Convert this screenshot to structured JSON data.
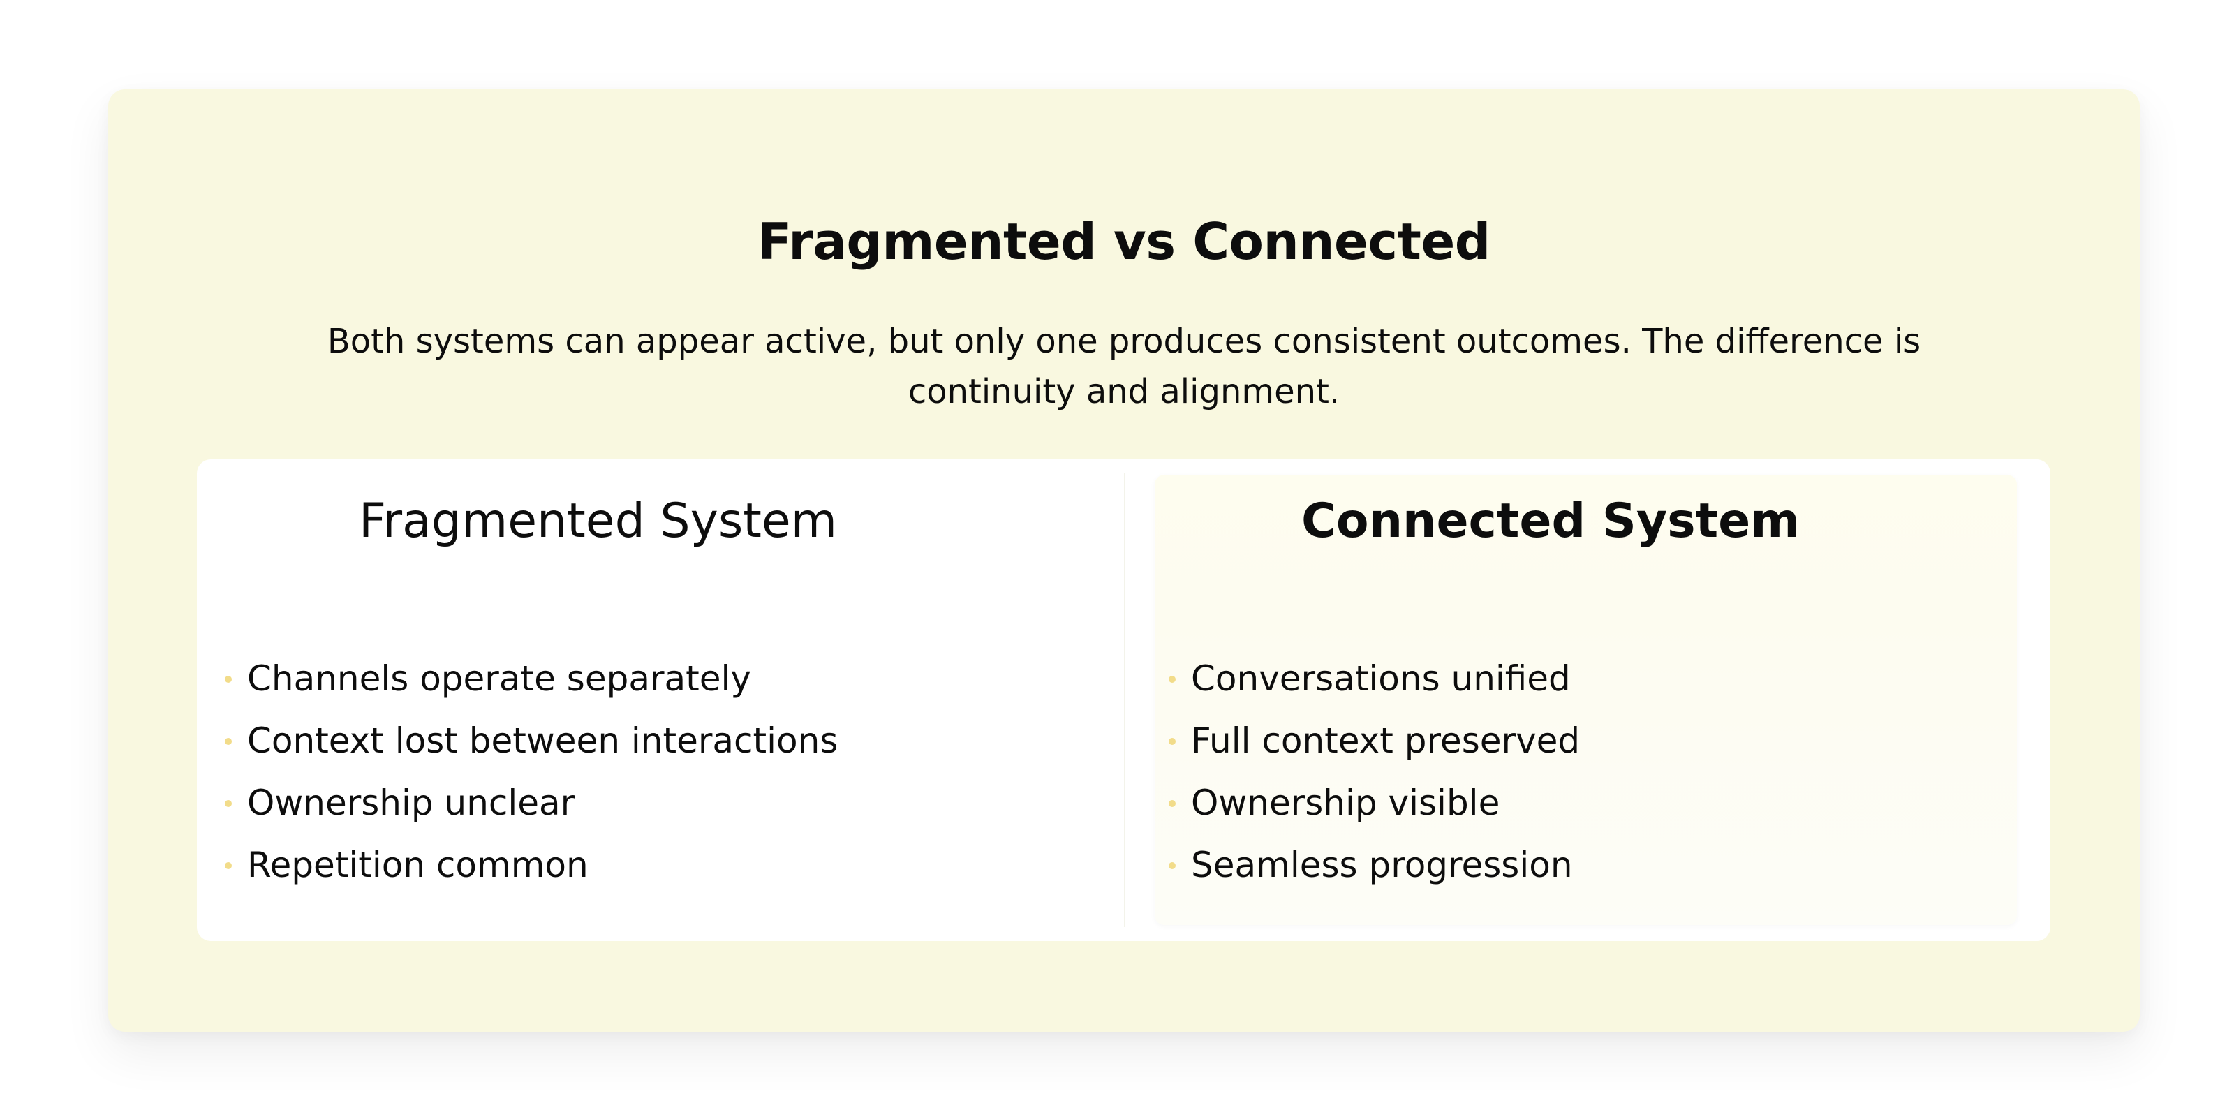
{
  "title": "Fragmented vs Connected",
  "subtitle": "Both systems can appear active, but only one produces consistent outcomes. The difference is continuity and alignment.",
  "colors": {
    "card_background": "#f9f8e0",
    "panel_background": "#ffffff",
    "bullet": "#f2dc8a",
    "text": "#0d0d0d"
  },
  "fragmented": {
    "title": "Fragmented System",
    "items": [
      "Channels operate separately",
      "Context lost between interactions",
      "Ownership unclear",
      "Repetition common"
    ]
  },
  "connected": {
    "title": "Connected System",
    "items": [
      "Conversations unified",
      "Full context preserved",
      "Ownership visible",
      "Seamless progression"
    ]
  }
}
